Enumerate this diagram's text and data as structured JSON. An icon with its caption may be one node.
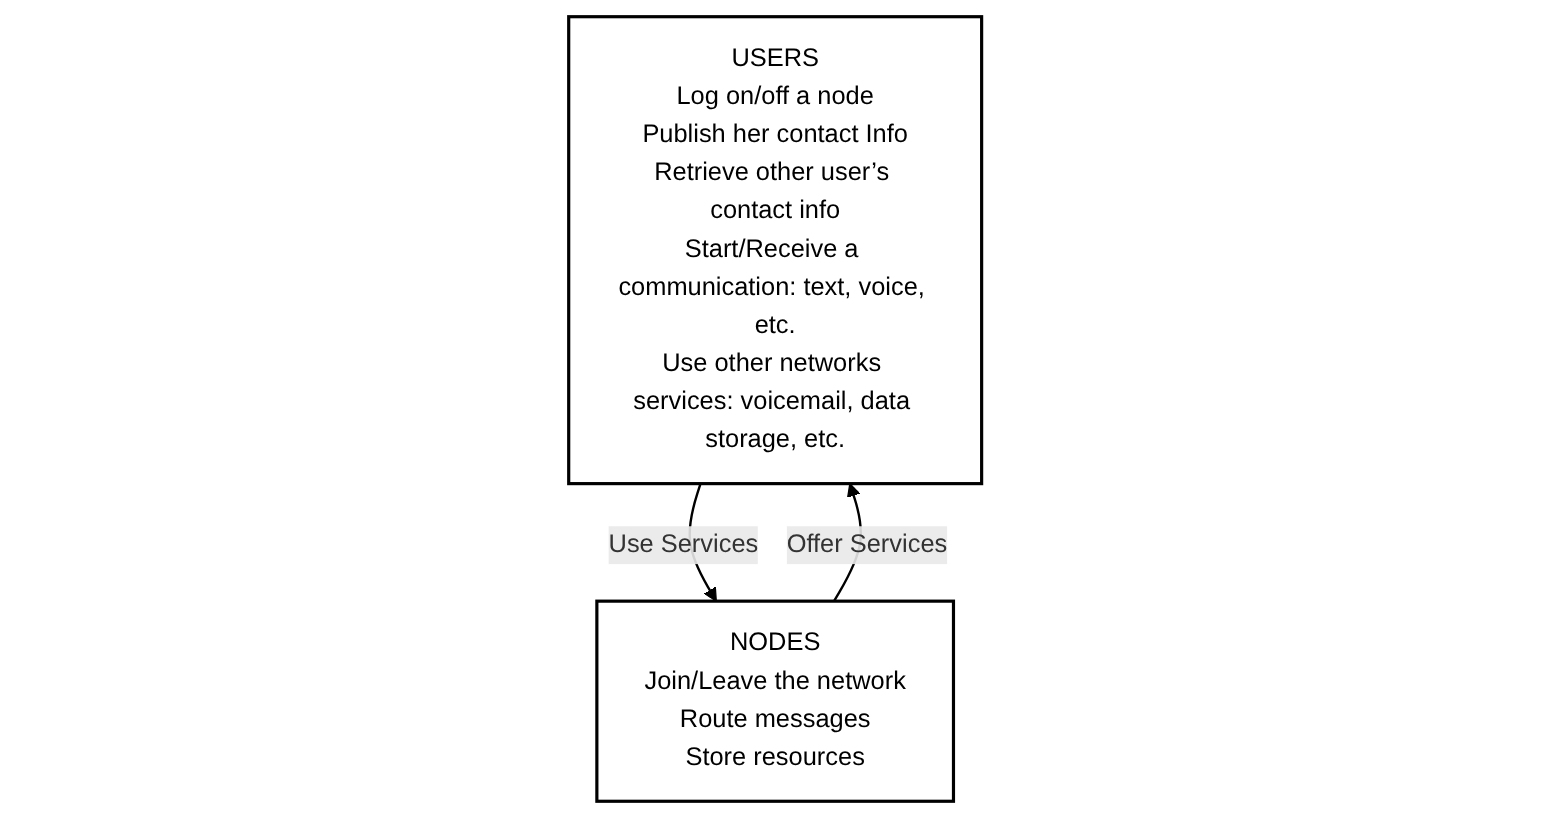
{
  "diagram": {
    "nodes": [
      {
        "text": [
          "USERS",
          "Log on/off a node",
          "Publish her contact Info",
          "Retrieve other user’s contact info",
          "Start/Receive a communication: text, voice, etc.",
          "Use other networks services: voicemail, data storage, etc."
        ]
      },
      {
        "text": [
          "NODES",
          "Join/Leave the network",
          "Route messages",
          "Store resources"
        ]
      }
    ],
    "edges": [
      {
        "from": 0,
        "to": 1,
        "arrow": "to",
        "label": "Use Services"
      },
      {
        "from": 1,
        "to": 0,
        "arrow": "to",
        "label": "Offer Services"
      }
    ]
  }
}
